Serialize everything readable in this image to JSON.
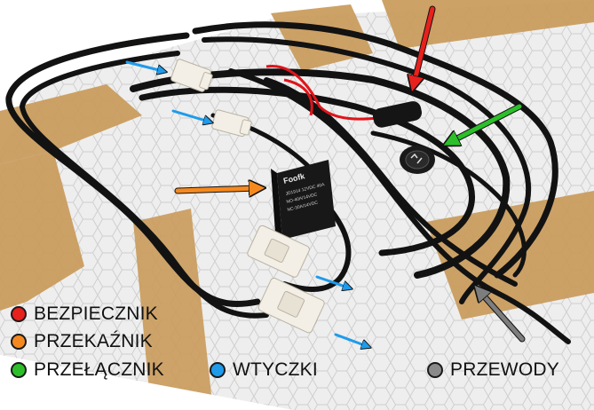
{
  "relay_label": {
    "brand": "Foofk",
    "lines": [
      "JD1914 12VDC 40A",
      "NO-40A/14VDC",
      "NC-30A/14VDC"
    ]
  },
  "legend": [
    {
      "key": "bezpiecznik",
      "label": "BEZPIECZNIK",
      "color": "#e8211d"
    },
    {
      "key": "przekaznik",
      "label": "PRZEKAŹNIK",
      "color": "#f5891f"
    },
    {
      "key": "przelacznik",
      "label": "PRZEŁĄCZNIK",
      "color": "#2cbf2a"
    },
    {
      "key": "wtyczki",
      "label": "WTYCZKI",
      "color": "#1f9bea"
    },
    {
      "key": "przewody",
      "label": "PRZEWODY",
      "color": "#8a8a8a"
    }
  ],
  "colors": {
    "mat": "#ececec",
    "tape": "#c89a5c",
    "wire": "#141414",
    "fuse_wire": "#e0141a",
    "arrow_red": "#e8211d",
    "arrow_green": "#2cbf2a",
    "arrow_orange": "#f5891f",
    "arrow_blue": "#1f9bea",
    "arrow_gray": "#7d7d7d"
  }
}
